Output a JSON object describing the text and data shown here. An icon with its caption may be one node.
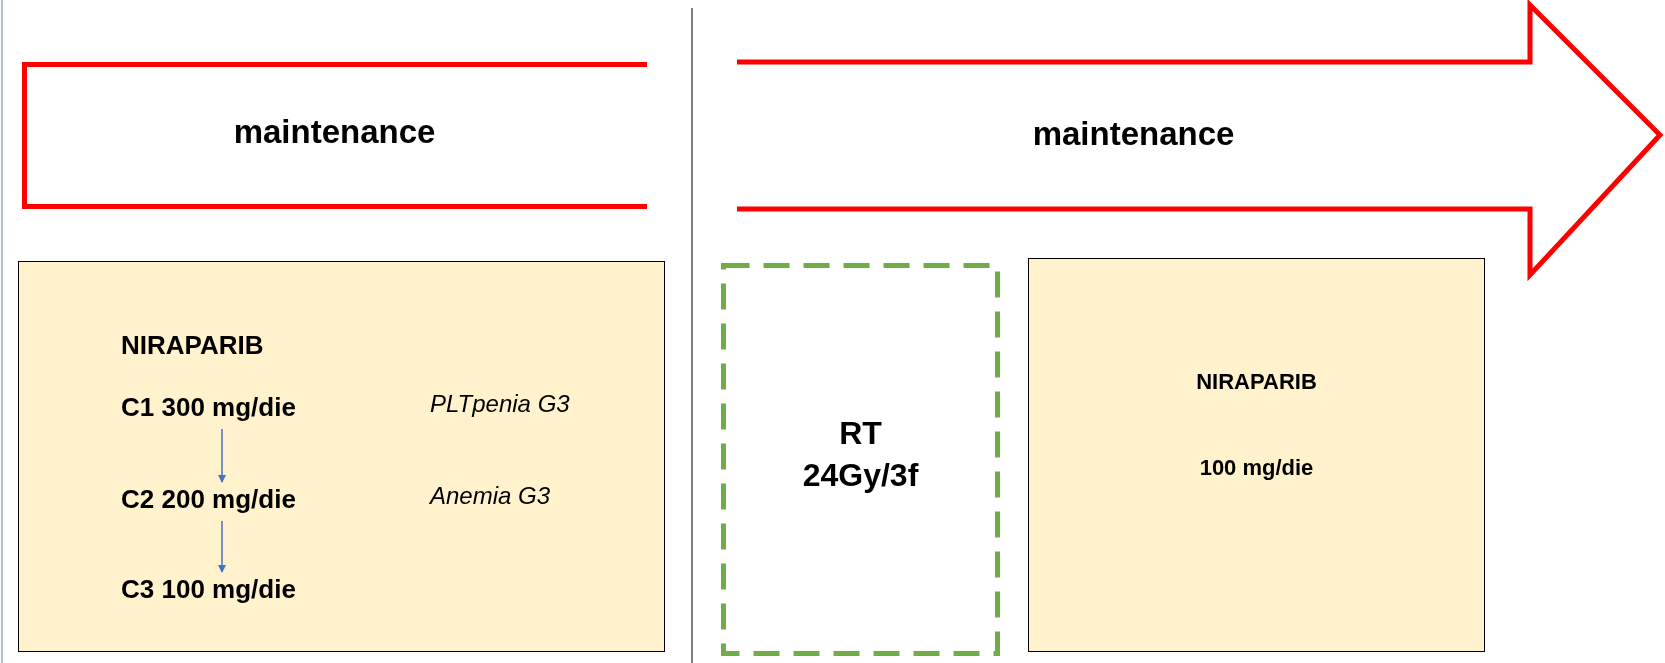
{
  "diagram": {
    "nodes": [
      {
        "text": [
          "maintenance"
        ]
      },
      {
        "text": [
          "maintenance"
        ]
      },
      {
        "text": [
          "NIRAPARIB"
        ]
      },
      {
        "text": [
          "C1 300 mg/die"
        ],
        "in": 2,
        "beside": [
          "PLTpenia G3"
        ]
      },
      {
        "text": [
          "C2 200 mg/die"
        ],
        "in": 2,
        "beside": [
          "Anemia G3"
        ]
      },
      {
        "text": [
          "C3 100 mg/die"
        ],
        "in": 2
      },
      {
        "text": [
          "RT 24Gy/3f"
        ]
      },
      {
        "text": [
          "NIRAPARIB",
          "100 mg/die"
        ]
      }
    ],
    "edges": [
      {
        "from": 3,
        "to": 4,
        "arrow": "to",
        "color": "#4472c4"
      },
      {
        "from": 4,
        "to": 5,
        "arrow": "to",
        "color": "#4472c4"
      }
    ]
  }
}
